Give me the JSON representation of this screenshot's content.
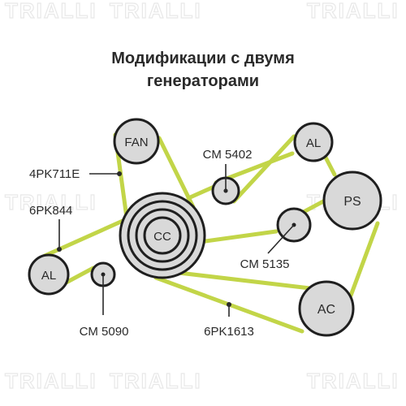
{
  "title": {
    "line1": "Модификации с двумя",
    "line2": "генераторами"
  },
  "watermark": "TRIALLI",
  "colors": {
    "belt": "#c2d548",
    "belt_dark": "#8a9a2a",
    "pulley_fill": "#d9d9d9",
    "pulley_stroke": "#1f1f1f",
    "text": "#2a2a2a"
  },
  "pulleys": {
    "fan": "FAN",
    "al_top": "AL",
    "ps": "PS",
    "cc": "CC",
    "al_left": "AL",
    "ac": "AC"
  },
  "callouts": {
    "cm5402": "CM 5402",
    "belt_4pk711e": "4PK711E",
    "belt_6pk844": "6PK844",
    "cm5135": "CM 5135",
    "cm5090": "CM 5090",
    "belt_6pk1613": "6PK1613"
  }
}
